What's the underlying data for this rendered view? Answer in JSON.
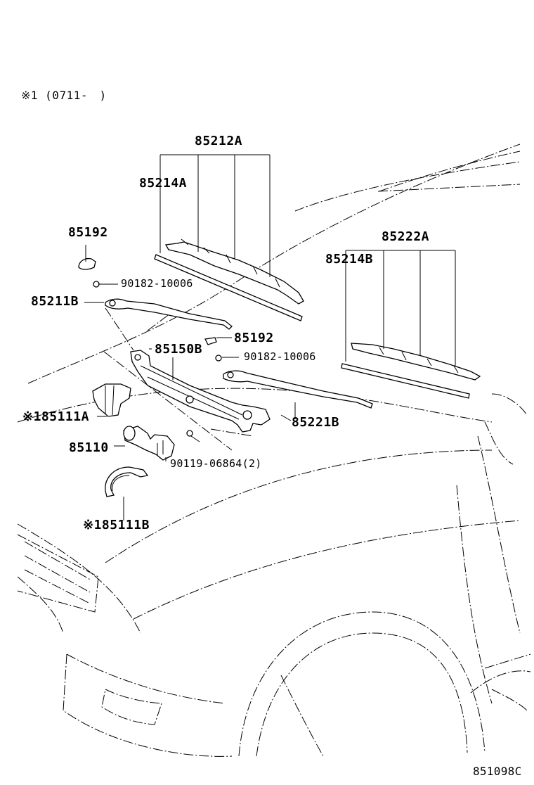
{
  "note": "※1 (0711-　)",
  "diagram_code": "851098C",
  "labels": {
    "p85212A": "85212A",
    "p85214A": "85214A",
    "p85192_top": "85192",
    "p90182_top": "90182-10006",
    "p85211B": "85211B",
    "p85192_mid": "85192",
    "p85150B": "85150B",
    "p90182_mid": "90182-10006",
    "p85222A": "85222A",
    "p85214B": "85214B",
    "p85111A": "※185111A",
    "p85110": "85110",
    "p85221B": "85221B",
    "p90119": "90119-06864(2)",
    "p85111B": "※185111B"
  }
}
